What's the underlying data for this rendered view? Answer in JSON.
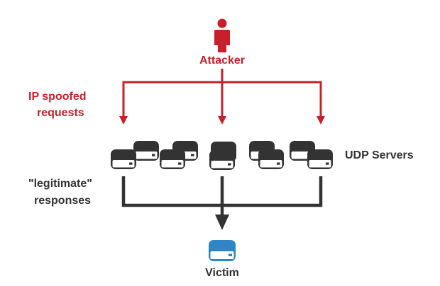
{
  "labels": {
    "attacker": "Attacker",
    "spoofed_line1": "IP spoofed",
    "spoofed_line2": "requests",
    "servers": "UDP Servers",
    "legit_line1": "\"legitimate\"",
    "legit_line2": "responses",
    "victim": "Victim"
  },
  "colors": {
    "attack": "#c8202a",
    "response": "#333333",
    "server": "#333333",
    "victim": "#2f86c6"
  },
  "icons": {
    "attacker": "person-icon",
    "server": "server-icon",
    "victim": "server-icon"
  }
}
